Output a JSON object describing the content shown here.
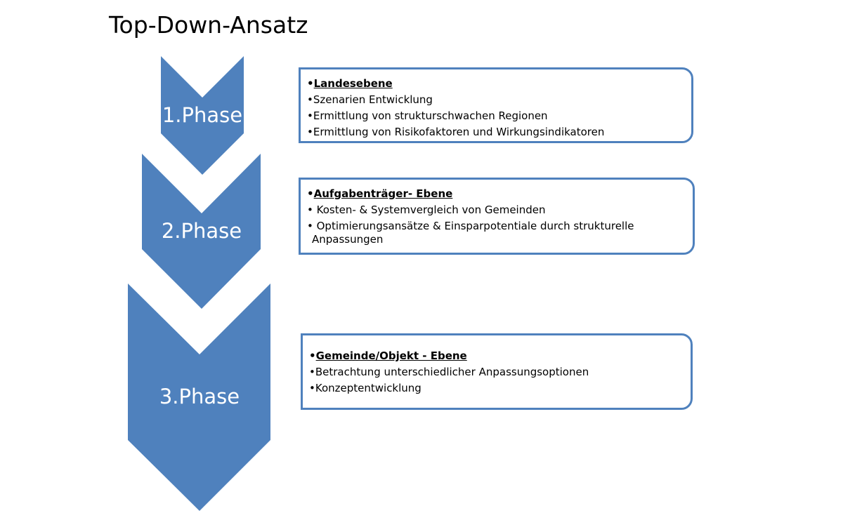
{
  "title": "Top-Down-Ansatz",
  "colors": {
    "arrow_fill": "#4f81bd",
    "box_border": "#4f81bd",
    "phase_text": "#ffffff"
  },
  "phases": [
    {
      "label": "1.Phase",
      "box": {
        "heading": "Landesebene",
        "items": [
          "Szenarien Entwicklung",
          "Ermittlung von strukturschwachen Regionen",
          "Ermittlung von Risikofaktoren und Wirkungsindikatoren"
        ]
      }
    },
    {
      "label": "2.Phase",
      "box": {
        "heading": "Aufgabenträger- Ebene",
        "items": [
          " Kosten- & Systemvergleich von Gemeinden",
          " Optimierungsansätze & Einsparpotentiale durch strukturelle Anpassungen"
        ]
      }
    },
    {
      "label": "3.Phase",
      "box": {
        "heading": "Gemeinde/Objekt - Ebene",
        "items": [
          "Betrachtung unterschiedlicher Anpassungsoptionen",
          "Konzeptentwicklung"
        ]
      }
    }
  ]
}
